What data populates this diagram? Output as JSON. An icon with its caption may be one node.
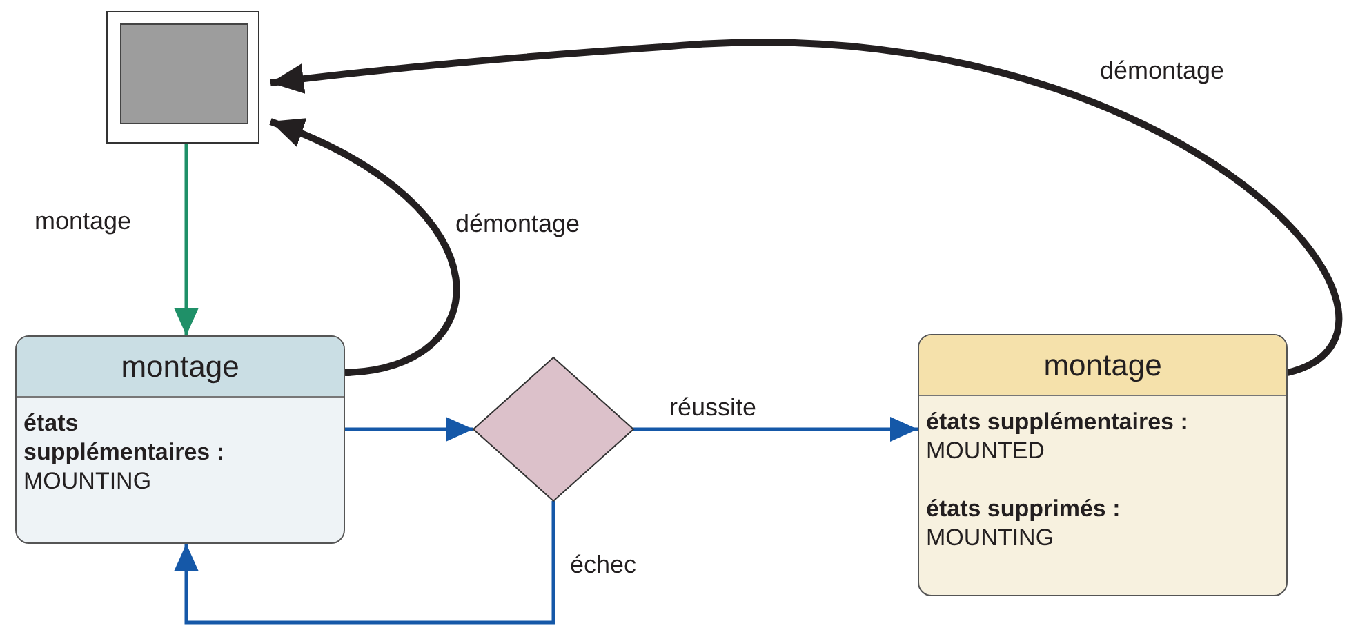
{
  "diagram": {
    "nodes": [
      {
        "text": [],
        "shape": "box"
      },
      {
        "text": [
          "montage",
          "**états supplémentaires :** MOUNTING"
        ]
      },
      {
        "text": [],
        "shape": "diamond"
      },
      {
        "text": [
          "montage",
          "**états supplémentaires :** MOUNTED",
          "**états supprimés :** MOUNTING"
        ]
      }
    ],
    "edges": [
      {
        "from": 0,
        "to": 1,
        "arrow": "to",
        "label": "montage",
        "color": "#1f9068"
      },
      {
        "from": 1,
        "to": 0,
        "arrow": "to",
        "label": "démontage",
        "style": "thick",
        "color": "#231f20"
      },
      {
        "from": 3,
        "to": 0,
        "arrow": "to",
        "label": "démontage",
        "style": "thick",
        "color": "#231f20"
      },
      {
        "from": 1,
        "to": 2,
        "arrow": "to"
      },
      {
        "from": 2,
        "to": 3,
        "arrow": "to",
        "label": "réussite"
      },
      {
        "from": 2,
        "to": 1,
        "arrow": "to",
        "label": "échec"
      }
    ]
  }
}
